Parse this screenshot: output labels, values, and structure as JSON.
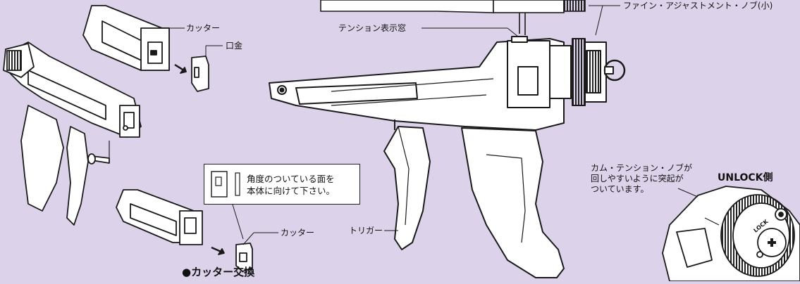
{
  "labels": {
    "cutter_top": "カッター",
    "kuchigane": "口金",
    "tension_window": "テンション表示窓",
    "fine_adjust_knob": "ファイン・アジャストメント・ノブ(小)",
    "trigger": "トリガー",
    "cutter_bottom": "カッター",
    "cutter_replace_title": "●カッター交換",
    "unlock_side": "UNLOCK側",
    "lock_marking": "LOCK"
  },
  "note": {
    "line1": "角度のついている面を",
    "line2": "本体に向けて下さい。"
  },
  "cam_note": {
    "line1": "カム・テンション・ノブが",
    "line2": "回しやすいように突起が",
    "line3": "ついています。"
  },
  "colors": {
    "background": "#dcd3ea",
    "tool_fill": "#ffffff",
    "outline": "#1a1a1a",
    "dark": "#222222"
  }
}
